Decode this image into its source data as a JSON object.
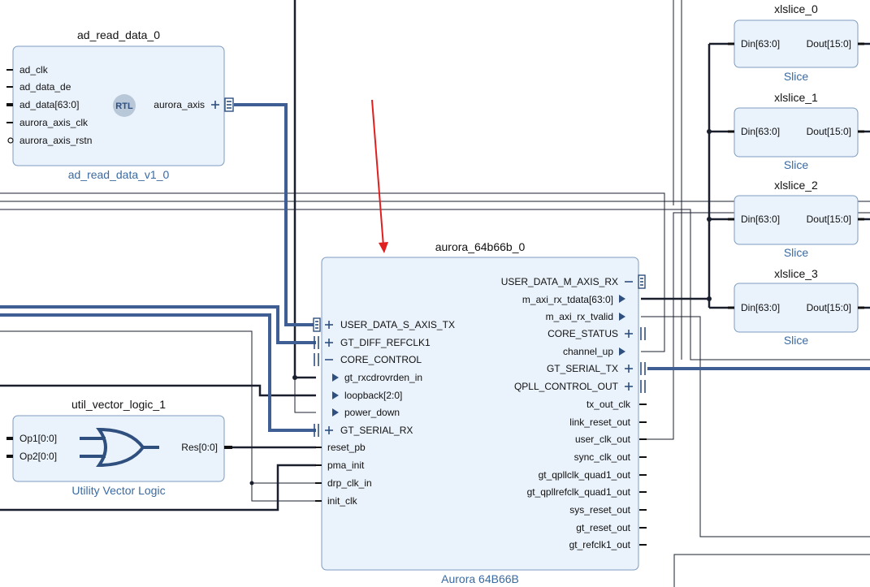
{
  "blocks": {
    "ad_read": {
      "name": "ad_read_data_0",
      "type": "ad_read_data_v1_0",
      "rtl_badge": "RTL",
      "inputs": [
        "ad_clk",
        "ad_data_de",
        "ad_data[63:0]",
        "aurora_axis_clk",
        "aurora_axis_rstn"
      ],
      "output": "aurora_axis"
    },
    "util": {
      "name": "util_vector_logic_1",
      "type": "Utility Vector Logic",
      "inputs": [
        "Op1[0:0]",
        "Op2[0:0]"
      ],
      "output": "Res[0:0]"
    },
    "aurora": {
      "name": "aurora_64b66b_0",
      "type": "Aurora 64B66B",
      "left_pins": [
        "USER_DATA_S_AXIS_TX",
        "GT_DIFF_REFCLK1",
        "CORE_CONTROL",
        "gt_rxcdrovrden_in",
        "loopback[2:0]",
        "power_down",
        "GT_SERIAL_RX",
        "reset_pb",
        "pma_init",
        "drp_clk_in",
        "init_clk"
      ],
      "right_pins": [
        "USER_DATA_M_AXIS_RX",
        "m_axi_rx_tdata[63:0]",
        "m_axi_rx_tvalid",
        "CORE_STATUS",
        "channel_up",
        "GT_SERIAL_TX",
        "QPLL_CONTROL_OUT",
        "tx_out_clk",
        "link_reset_out",
        "user_clk_out",
        "sync_clk_out",
        "gt_qpllclk_quad1_out",
        "gt_qpllrefclk_quad1_out",
        "sys_reset_out",
        "gt_reset_out",
        "gt_refclk1_out"
      ]
    },
    "slices": [
      {
        "name": "xlslice_0",
        "din": "Din[63:0]",
        "dout": "Dout[15:0]",
        "type": "Slice"
      },
      {
        "name": "xlslice_1",
        "din": "Din[63:0]",
        "dout": "Dout[15:0]",
        "type": "Slice"
      },
      {
        "name": "xlslice_2",
        "din": "Din[63:0]",
        "dout": "Dout[15:0]",
        "type": "Slice"
      },
      {
        "name": "xlslice_3",
        "din": "Din[63:0]",
        "dout": "Dout[15:0]",
        "type": "Slice"
      }
    ]
  },
  "colors": {
    "block_fill": "#eaf2fb",
    "block_border": "#7d9cc0",
    "bus": "#3f5f94",
    "net": "#1a1f2e",
    "subtitle": "#3b6aa0",
    "annotation_arrow": "#e02020"
  }
}
